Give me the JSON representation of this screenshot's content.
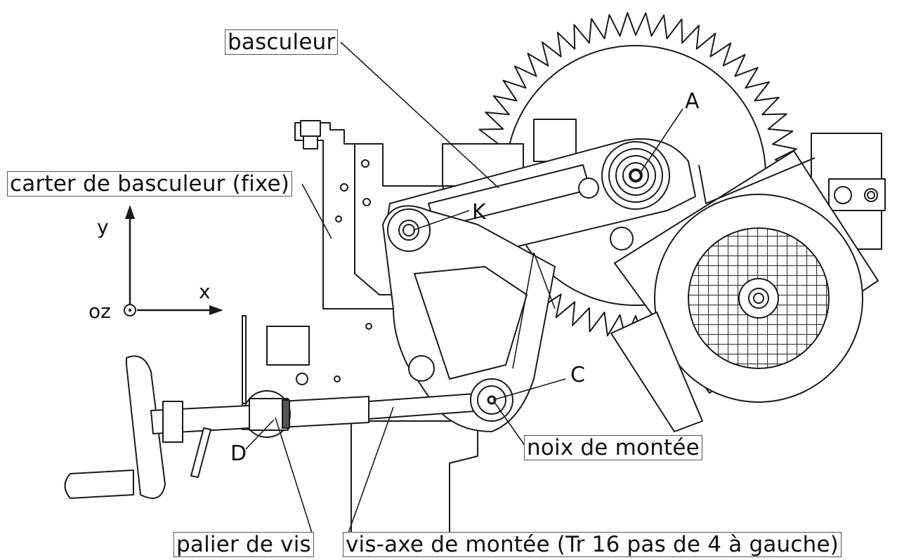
{
  "labels": {
    "basculeur": "basculeur",
    "carter": "carter de basculeur (fixe)",
    "noix": "noix de montée",
    "palier": "palier de vis",
    "vis_axe": "vis-axe de montée (Tr 16 pas de 4 à gauche)"
  },
  "points": {
    "A": "A",
    "K": "K",
    "C": "C",
    "D": "D"
  },
  "axes": {
    "y": "y",
    "x": "x",
    "z": "oz"
  },
  "colors": {
    "line": "#1a1a1a",
    "fill": "#ffffff",
    "hatch": "#555555"
  }
}
